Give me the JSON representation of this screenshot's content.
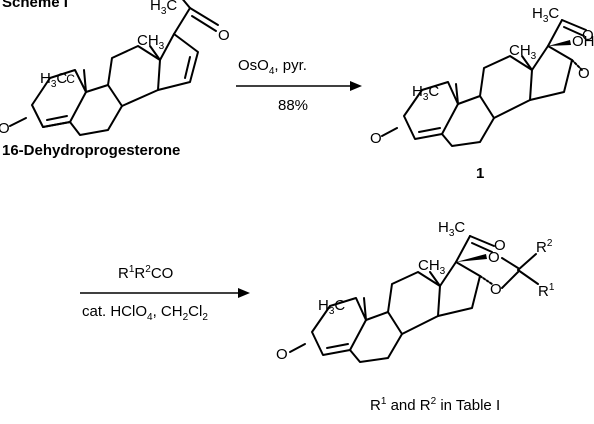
{
  "header": {
    "label": "Scheme I"
  },
  "compounds": {
    "start_name": "16-Dehydroprogesterone",
    "diol_number": "1",
    "product_caption_r": "R",
    "product_caption_1": "1",
    "product_caption_and": " and R",
    "product_caption_2": "2",
    "product_caption_tail": " in Table I"
  },
  "reactions": {
    "step1": {
      "reagent_os": "OsO",
      "reagent_sub": "4",
      "reagent_tail": ", pyr.",
      "yield": "88%"
    },
    "step2": {
      "r": "R",
      "r1": "1",
      "r_mid": "R",
      "r2": "2",
      "r_tail": "CO",
      "cat": "cat. HClO",
      "cat_sub": "4",
      "cat_mid": ", CH",
      "cat_sub2": "2",
      "cat_cl": "Cl",
      "cat_sub3": "2"
    }
  },
  "atoms": {
    "h3c": "H",
    "h3c_sub": "3",
    "h3c_c": "C",
    "ch3_c": "CH",
    "ch3_sub": "3",
    "o": "O",
    "oh": "OH",
    "o_h": "O",
    "r_sup1": "1",
    "r_sup2": "2",
    "r_letter": "R"
  }
}
